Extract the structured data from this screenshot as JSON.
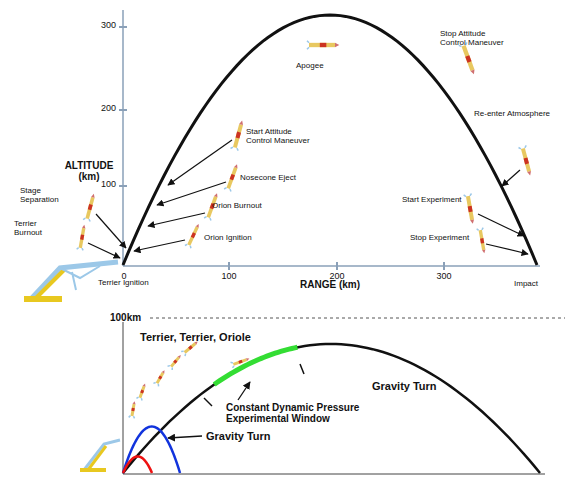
{
  "diagram": {
    "labels": [
      "300",
      "200",
      "100",
      "ALTITUDE (km)",
      "0",
      "100",
      "200",
      "300",
      "RANGE (km)",
      "Apogee",
      "Stop Attitude Control Maneuver",
      "Re-enter Atmosphere",
      "Start Attitude Control Maneuver",
      "Nosecone Eject",
      "Orion Burnout",
      "Orion Ignition",
      "Stage Separation",
      "Terrier Burnout",
      "Terrier Ignition",
      "Start Experiment",
      "Stop Experiment",
      "Impact",
      "100km",
      "Terrier, Terrier, Oriole",
      "Gravity Turn",
      "Constant Dynamic Pressure Experimental Window",
      "Gravity Turn"
    ]
  }
}
